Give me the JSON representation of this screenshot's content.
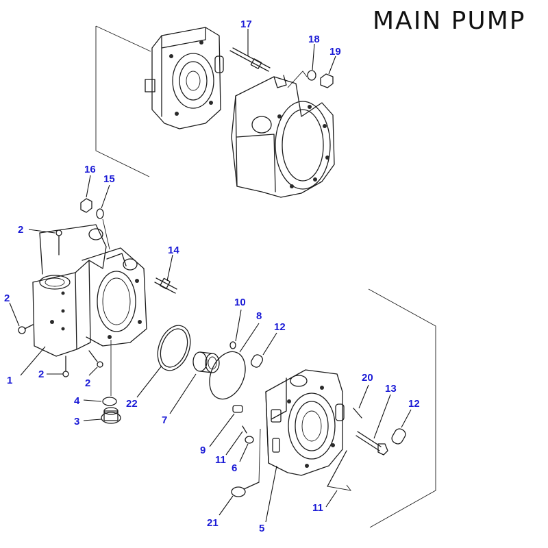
{
  "title": "MAIN PUMP",
  "colors": {
    "callout": "#1a1ad6",
    "line": "#1a1a1a",
    "background": "#ffffff"
  },
  "callouts": {
    "c17": "17",
    "c18": "18",
    "c19": "19",
    "c16": "16",
    "c15": "15",
    "c14": "14",
    "c2a": "2",
    "c2b": "2",
    "c2c": "2",
    "c2d": "2",
    "c1": "1",
    "c22": "22",
    "c7": "7",
    "c10": "10",
    "c8": "8",
    "c12a": "12",
    "c12b": "12",
    "c4": "4",
    "c3": "3",
    "c20": "20",
    "c13": "13",
    "c9": "9",
    "c11a": "11",
    "c11b": "11",
    "c6": "6",
    "c21": "21",
    "c5": "5"
  }
}
